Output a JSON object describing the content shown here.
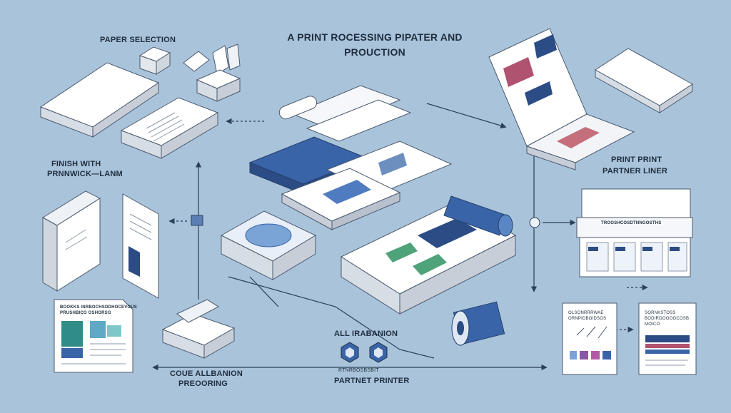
{
  "title": {
    "line1": "A PRINT ROCESSING PIPATER AND",
    "line2": "PROUCTION"
  },
  "labels": {
    "paper_selection": "PAPER SELECTION",
    "finish_line1": "FINISH WITH",
    "finish_line2": "PRNNWICK—LANM",
    "print_partner_line1": "PRINT PRINT",
    "print_partner_line2": "PARTNER LINER",
    "center_bottom": "ALL IRABANION",
    "bottom_left_line1": "COUE ALLBANION",
    "bottom_left_line2": "PREOORING",
    "partner_small": "RTNRBOSBSBIT",
    "partner_printer": "PARTNET PRINTER"
  },
  "docs": {
    "left_doc_line1": "BOOKKS INRBOCHSDDHOCEVOUS",
    "left_doc_line2": "PRUSHBICO OSHORSG",
    "right_doc1_line1": "OLSONRRRWAE",
    "right_doc1_line2": "ORNPIDBOIDSOS",
    "right_doc2_line1": "SORNKSTOSS",
    "right_doc2_line2": "BODIROOOOOCOSB",
    "right_doc2_line3": "MOICO",
    "panel_header": "TROOSHCOSDTNNGOSTHS"
  },
  "colors": {
    "background": "#a9c3da",
    "accent": "#3a64a8",
    "dark_blue": "#2b4c84",
    "paper": "#ffffff",
    "ink": "#1f2e3e"
  }
}
